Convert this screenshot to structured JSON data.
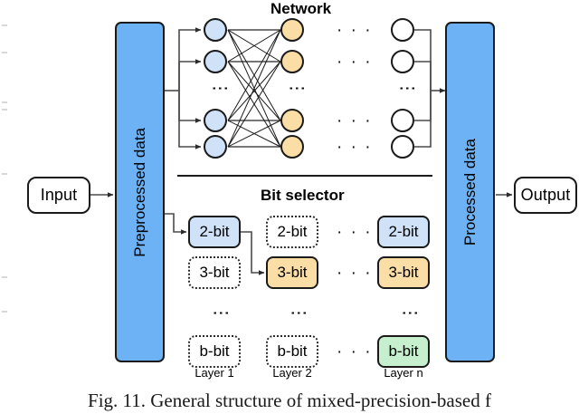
{
  "figure": {
    "caption": "Fig. 11.  General structure of mixed-precision-based f",
    "network_title": "Network",
    "bit_selector_title": "Bit selector"
  },
  "io": {
    "input_label": "Input",
    "output_label": "Output"
  },
  "bars": {
    "left_label": "Preprocessed data",
    "right_label": "Processed data",
    "color": "#6cb2f5"
  },
  "network": {
    "columns": [
      {
        "name": "hidden-layer-1",
        "fill": "#cfe2f8",
        "nodes": 4,
        "has_vertical_ellipsis": true
      },
      {
        "name": "hidden-layer-2",
        "fill": "#fbdda6",
        "nodes": 4,
        "has_vertical_ellipsis": true
      },
      {
        "name": "ellipsis-column",
        "fill": "none",
        "nodes": 0,
        "has_vertical_ellipsis": false
      },
      {
        "name": "hidden-layer-n",
        "fill": "#ffffff",
        "nodes": 4,
        "has_vertical_ellipsis": true
      }
    ],
    "horizontal_ellipsis": "· · ·",
    "vertical_ellipsis": "⋮"
  },
  "bit_selector": {
    "row_labels": [
      "2-bit",
      "3-bit",
      "b-bit"
    ],
    "vertical_ellipsis": "⋮",
    "horizontal_ellipsis": "· · ·",
    "columns": [
      {
        "label": "Layer 1",
        "cells": [
          {
            "text": "2-bit",
            "state": "selected",
            "color": "#cfe2f8"
          },
          {
            "text": "3-bit",
            "state": "inactive",
            "color": "none"
          },
          {
            "text": "b-bit",
            "state": "inactive",
            "color": "none"
          }
        ]
      },
      {
        "label": "Layer 2",
        "cells": [
          {
            "text": "2-bit",
            "state": "inactive",
            "color": "none"
          },
          {
            "text": "3-bit",
            "state": "selected",
            "color": "#fbdda6"
          },
          {
            "text": "b-bit",
            "state": "inactive",
            "color": "none"
          }
        ]
      },
      {
        "label": "Layer n",
        "cells": [
          {
            "text": "2-bit",
            "state": "selected",
            "color": "#cfe2f8"
          },
          {
            "text": "3-bit",
            "state": "selected",
            "color": "#fbdda6"
          },
          {
            "text": "b-bit",
            "state": "selected",
            "color": "#c6efce"
          }
        ]
      }
    ]
  }
}
